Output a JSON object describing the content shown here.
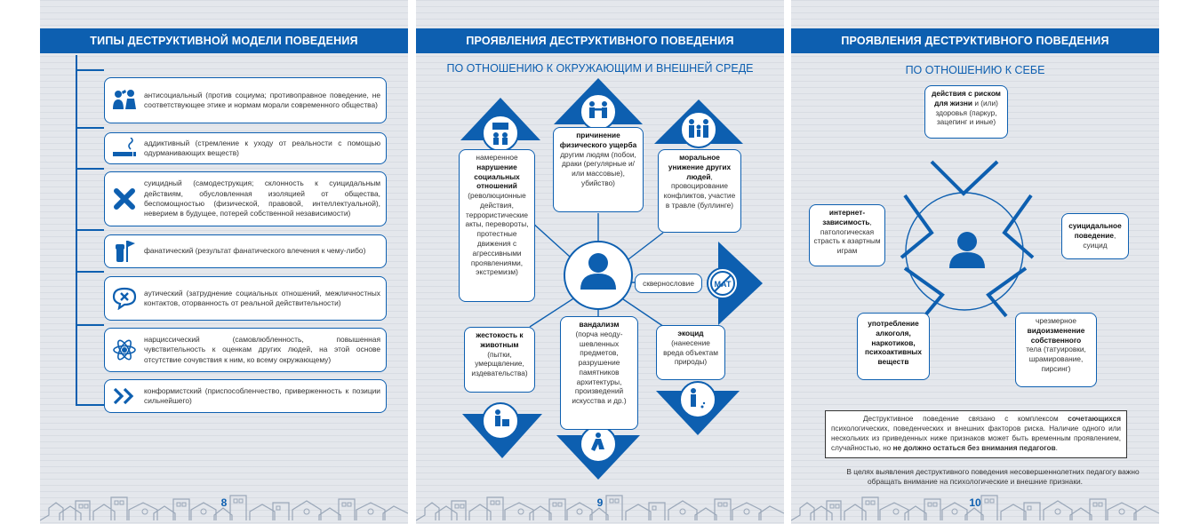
{
  "page8": {
    "header": "ТИПЫ ДЕСТРУКТИВНОЙ МОДЕЛИ ПОВЕДЕНИЯ",
    "page_number": "8",
    "items": [
      {
        "icon": "people-conflict-icon",
        "text": "антисоциальный (против социума; противоправное поведение, не соответствующее этике и нормам морали современного общества)"
      },
      {
        "icon": "cigarette-icon",
        "text": "аддиктивный (стремление к уходу от реальности с помощью одурманивающих веществ)"
      },
      {
        "icon": "cross-icon",
        "text": "суицидный (самодеструкция; склонность к суицидальным действиям, обусловленная изоляцией от общества, беспомощностью (физической, правовой, интеллектуальной), неверием в будущее, потерей собственной независимости)"
      },
      {
        "icon": "raised-fist-flag-icon",
        "text": "фанатический (результат фанатического влечения к чему-либо)"
      },
      {
        "icon": "speech-bubble-x-icon",
        "text": "аутический (затруднение социальных отношений, межличностных контактов, оторванность от реальной действительности)"
      },
      {
        "icon": "atom-icon",
        "text": "нарциссический (самовлюбленность, повышенная чувствительность к оценкам других людей, на этой основе отсутствие сочувствия к ним, ко всему окружающему)"
      },
      {
        "icon": "double-chevron-icon",
        "text": "конформистский (приспособленчество, приверженность к позиции сильнейшего)"
      }
    ]
  },
  "page9": {
    "header": "ПРОЯВЛЕНИЯ ДЕСТРУКТИВНОГО ПОВЕДЕНИЯ",
    "subheader": "ПО ОТНОШЕНИЮ К ОКРУЖАЮЩИМ И ВНЕШНЕЙ СРЕДЕ",
    "page_number": "9",
    "left_top": {
      "pre": "намеренное",
      "bold": "нарушение социальных отношений",
      "rest": "(революционные действия, террористические акты, перевороты, протестные движения с агрессивными проявлениями, экстремизм)"
    },
    "center_top": {
      "bold": "причинение физического ущерба",
      "rest": "другим людям (побои, драки (регулярные и/или массовые), убийство)"
    },
    "right_top": {
      "bold": "моральное унижение других людей",
      "rest": ", провоцирование конфликтов, участие в травле (буллинге)"
    },
    "swearing": "сквернословие",
    "mat_sign": "МАТ",
    "left_bottom": {
      "bold": "жестокость к животным",
      "rest": "(пытки, умерщвление, издевательства)"
    },
    "center_bottom": {
      "bold": "вандализм",
      "rest": "(порча неоду-шевленных предметов, разрушение памятников архитектуры, произведений искусства и др.)"
    },
    "right_bottom": {
      "bold": "экоцид",
      "rest": "(нанесение вреда объектам природы)"
    }
  },
  "page10": {
    "header": "ПРОЯВЛЕНИЯ ДЕСТРУКТИВНОГО ПОВЕДЕНИЯ",
    "subheader": "ПО ОТНОШЕНИЮ К СЕБЕ",
    "page_number": "10",
    "top": {
      "bold": "действия с риском для жизни",
      "rest": "и (или) здоровья (паркур, зацепинг и иные)"
    },
    "left": {
      "bold": "интернет-зависимость",
      "rest": ", патологическая страсть к азартным играм"
    },
    "right": {
      "bold": "суицидальное поведение",
      "rest": ", суицид"
    },
    "bottom_left": {
      "bold": "употребление алкоголя, наркотиков, психоактивных веществ"
    },
    "bottom_right": {
      "pre": "чрезмерное",
      "bold": "видоизменение собственного",
      "rest": "тела (татуировки, шрамирование, пирсинг)"
    },
    "notice": {
      "p1": "Деструктивное поведение связано с комплексом",
      "b1": "сочетающихся",
      "p2": "психологических, поведенческих и внешних факторов риска. Наличие одного или нескольких из приведенных ниже признаков может быть временным проявлением, случайностью, но",
      "b2": "не должно остаться без внимания педагогов",
      "p3": "."
    },
    "footer_text": "В целях выявления деструктивного поведения несовершеннолетних педагогу важно обращать внимание на психологические и внешние признаки."
  },
  "colors": {
    "brand_blue": "#0d5fb0",
    "background": "#e4e7ec"
  }
}
